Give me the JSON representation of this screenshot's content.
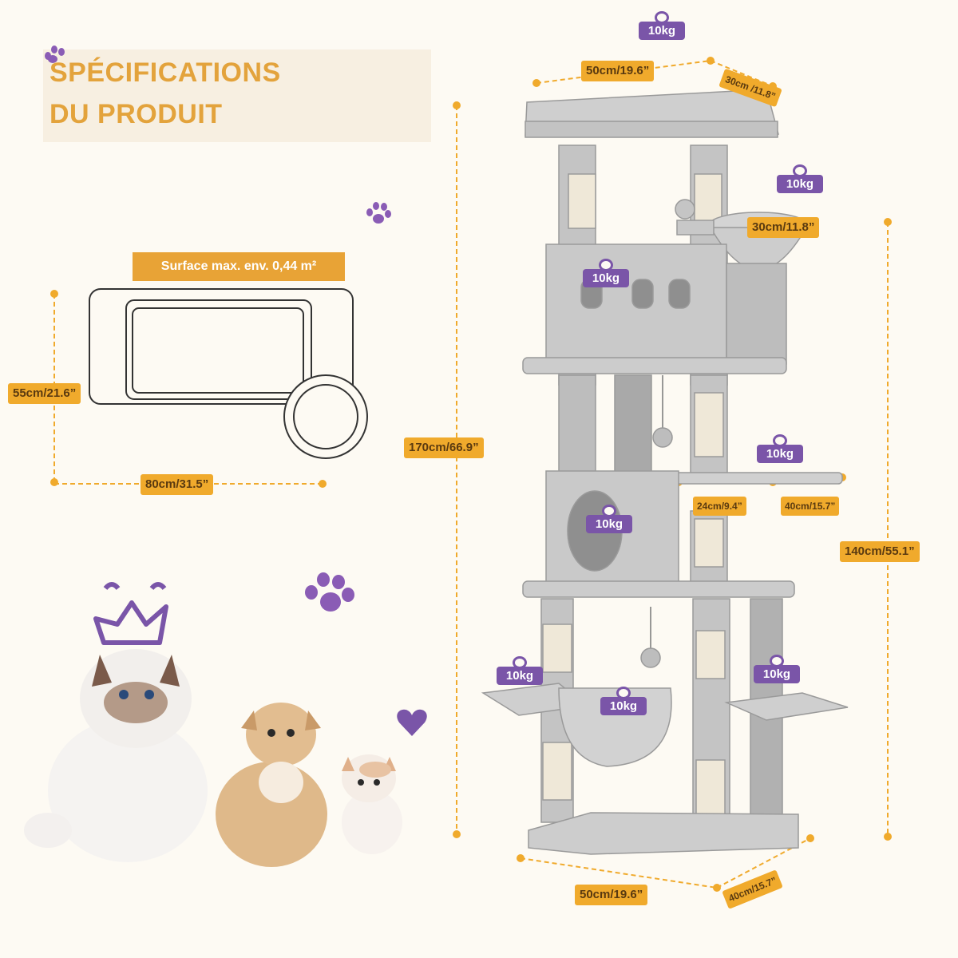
{
  "title": {
    "line1": "SPÉCIFICATIONS",
    "line2": "DU PRODUIT"
  },
  "footprint": {
    "surface_label": "Surface max. env. 0,44 m²",
    "depth_label": "55cm/21.6”",
    "width_label": "80cm/31.5”"
  },
  "dimensions": {
    "top_width": "50cm/19.6”",
    "top_depth": "30cm /11.8”",
    "basket_width": "30cm/11.8”",
    "total_height": "170cm/66.9”",
    "platform_height": "140cm/55.1”",
    "perch_length": "24cm/9.4”",
    "perch_width": "40cm/15.7”",
    "base_width": "50cm/19.6”",
    "base_depth": "40cm/15.7”"
  },
  "weights": {
    "top": "10kg",
    "basket": "10kg",
    "upper_condo": "10kg",
    "perch": "10kg",
    "lower_condo": "10kg",
    "left_platform": "10kg",
    "hammock": "10kg",
    "right_platform": "10kg"
  },
  "colors": {
    "accent_orange": "#f0aa2c",
    "title_orange": "#e3a33c",
    "weight_purple": "#7a55a8",
    "plush_grey": "#c9c9c9"
  },
  "icons": [
    "paw-icon",
    "heart-icon",
    "crown-icon",
    "weight-icon"
  ]
}
